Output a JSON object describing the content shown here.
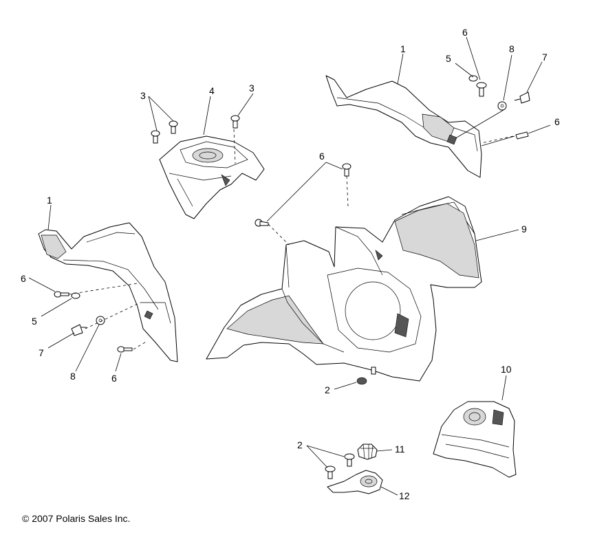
{
  "callouts": {
    "c1_right": "1",
    "c1_left": "1",
    "c2_mid": "2",
    "c2_bottom": "2",
    "c3_left": "3",
    "c3_right": "3",
    "c4": "4",
    "c5_right": "5",
    "c5_left": "5",
    "c6_top": "6",
    "c6_right": "6",
    "c6_center": "6",
    "c6_left_upper": "6",
    "c6_left_lower": "6",
    "c7_right": "7",
    "c7_left": "7",
    "c8_right": "8",
    "c8_left": "8",
    "c9": "9",
    "c10": "10",
    "c11": "11",
    "c12": "12"
  },
  "copyright": "© 2007 Polaris Sales Inc."
}
